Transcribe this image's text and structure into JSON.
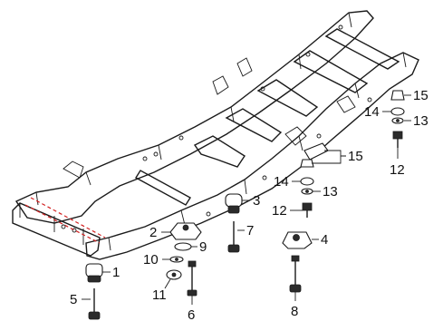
{
  "callouts": [
    {
      "id": "c1",
      "text": "1"
    },
    {
      "id": "c2",
      "text": "2"
    },
    {
      "id": "c3",
      "text": "3"
    },
    {
      "id": "c4",
      "text": "4"
    },
    {
      "id": "c5",
      "text": "5"
    },
    {
      "id": "c6",
      "text": "6"
    },
    {
      "id": "c7",
      "text": "7"
    },
    {
      "id": "c8",
      "text": "8"
    },
    {
      "id": "c9",
      "text": "9"
    },
    {
      "id": "c10",
      "text": "10"
    },
    {
      "id": "c11",
      "text": "11"
    },
    {
      "id": "c12a",
      "text": "12"
    },
    {
      "id": "c12b",
      "text": "12"
    },
    {
      "id": "c13a",
      "text": "13"
    },
    {
      "id": "c13b",
      "text": "13"
    },
    {
      "id": "c14a",
      "text": "14"
    },
    {
      "id": "c14b",
      "text": "14"
    },
    {
      "id": "c15a",
      "text": "15"
    },
    {
      "id": "c15b",
      "text": "15"
    }
  ],
  "colors": {
    "line": "#1a1a1a",
    "cut_line": "#d22020",
    "background": "#ffffff"
  }
}
